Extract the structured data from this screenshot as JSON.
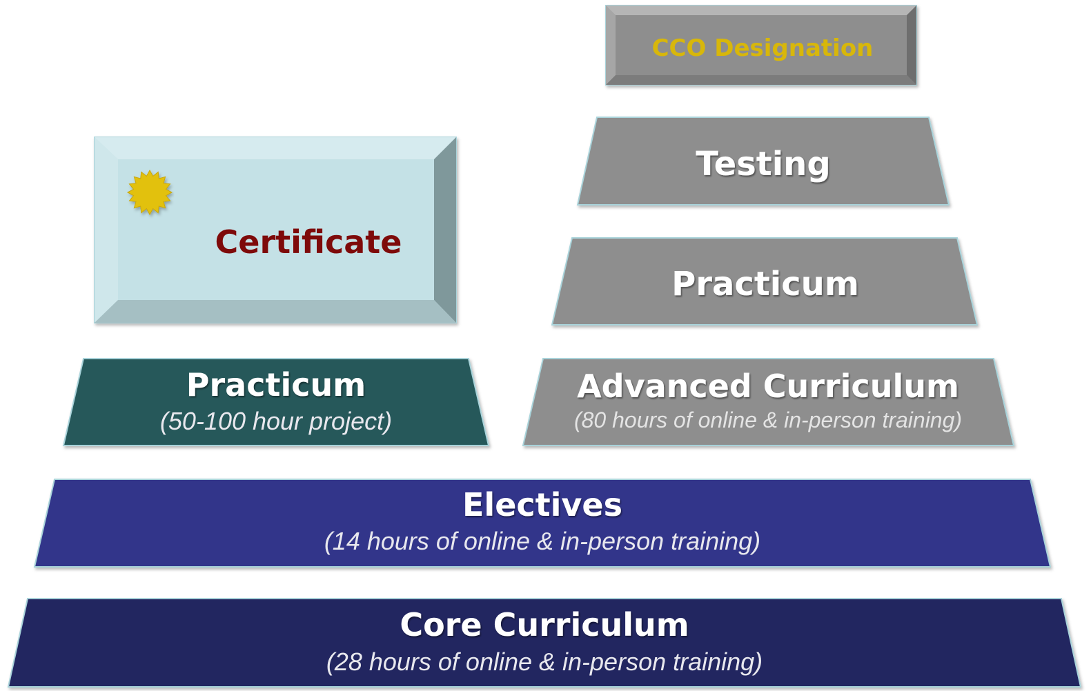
{
  "colors": {
    "core": "#232561",
    "electives": "#31358a",
    "practicum_left": "#27585a",
    "gray_block": "#8e8e8e",
    "certificate_face": "#c4e1e6",
    "certificate_text": "#7e0a0a",
    "designation_text": "#d8b70a",
    "seal": "#e2c10b",
    "white_text": "#ffffff",
    "subtitle_light": "#e4e4e4"
  },
  "blocks": {
    "core": {
      "title": "Core Curriculum",
      "subtitle": "(28 hours of online & in-person training)"
    },
    "electives": {
      "title": "Electives",
      "subtitle": "(14 hours of online & in-person training)"
    },
    "practicum_left": {
      "title": "Practicum",
      "subtitle": "(50-100 hour project)"
    },
    "advanced": {
      "title": "Advanced Curriculum",
      "subtitle": "(80 hours of online & in-person training)"
    },
    "practicum_right": {
      "title": "Practicum"
    },
    "testing": {
      "title": "Testing"
    },
    "designation": {
      "title": "CCO Designation"
    },
    "certificate": {
      "title": "Certificate",
      "seal_icon": "seal-icon"
    }
  }
}
